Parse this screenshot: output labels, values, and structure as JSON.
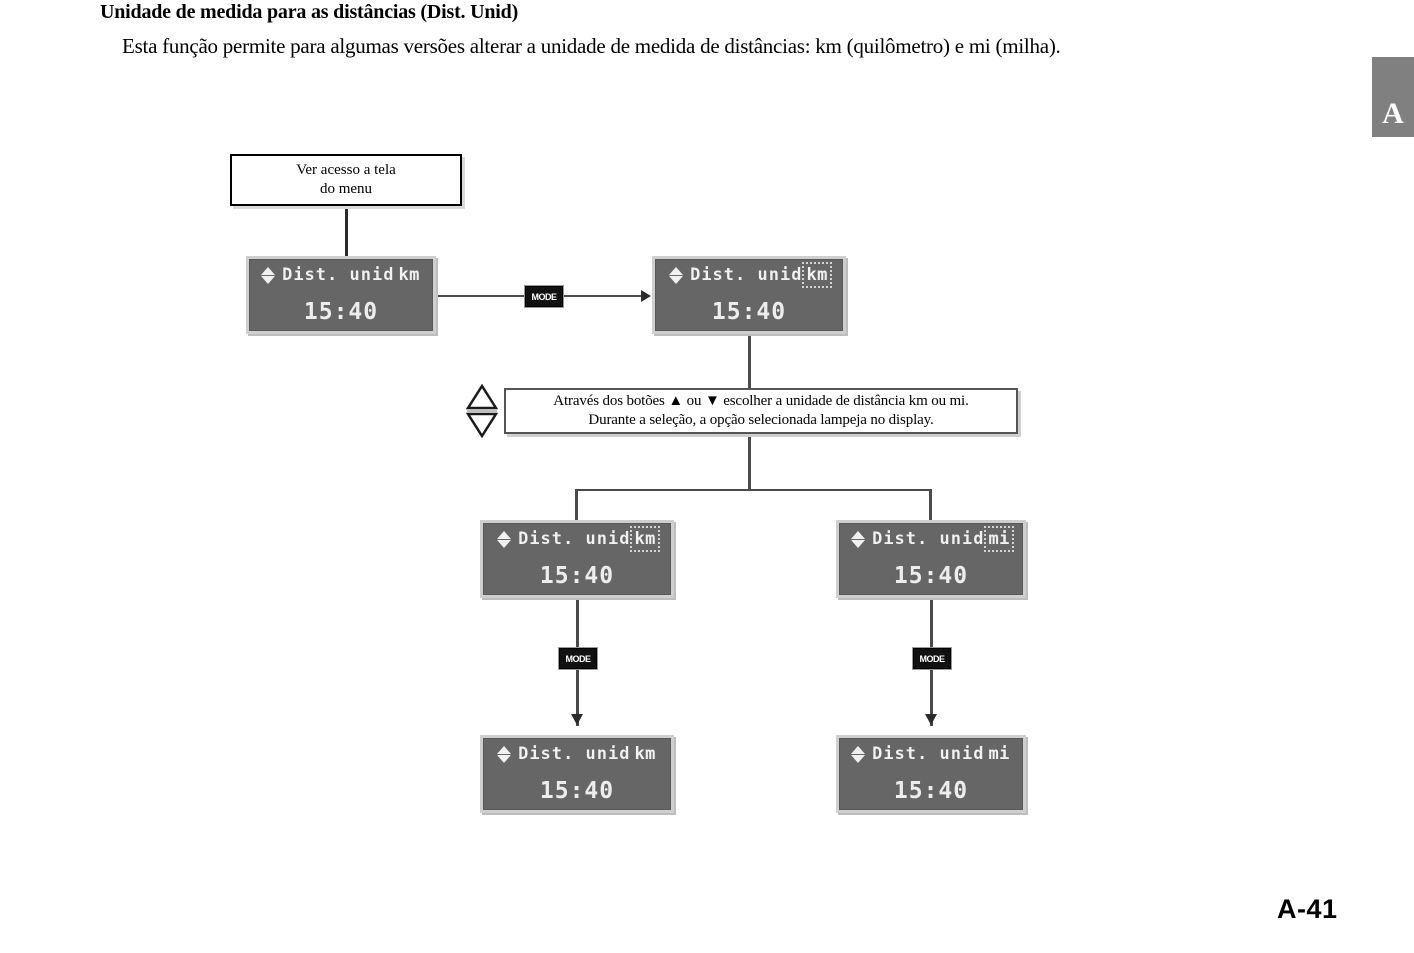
{
  "page": {
    "title": "Unidade de medida para as distâncias (Dist. Unid)",
    "intro": "Esta função permite para algumas versões alterar a unidade de medida de distâncias: km (quilômetro) e mi (milha).",
    "chapter_tab": "A",
    "page_number": "A-41"
  },
  "diagram": {
    "notes": {
      "menu_access": {
        "line1": "Ver acesso a tela",
        "line2": "do menu"
      },
      "instruction": {
        "line1": "Através dos botões ▲ ou ▼ escolher a unidade de distância km ou mi.",
        "line2": "Durante a seleção, a opção selecionada lampeja no display."
      }
    },
    "buttons": {
      "mode_label": "MODE",
      "up_label": "▲",
      "down_label": "▼"
    },
    "displays": [
      {
        "id": "display-initial",
        "label": "Dist. unid",
        "unit": "km",
        "time": "15:40",
        "flashing": false
      },
      {
        "id": "display-edit-mode",
        "label": "Dist. unid",
        "unit": "km",
        "time": "15:40",
        "flashing": true
      },
      {
        "id": "display-select-km",
        "label": "Dist. unid",
        "unit": "km",
        "time": "15:40",
        "flashing": true
      },
      {
        "id": "display-select-mi",
        "label": "Dist. unid",
        "unit": "mi",
        "time": "15:40",
        "flashing": true
      },
      {
        "id": "display-confirmed-km",
        "label": "Dist. unid",
        "unit": "km",
        "time": "15:40",
        "flashing": false
      },
      {
        "id": "display-confirmed-mi",
        "label": "Dist. unid",
        "unit": "mi",
        "time": "15:40",
        "flashing": false
      }
    ]
  },
  "colors": {
    "lcd_background": "#666666",
    "lcd_bezel": "#cfcfcf",
    "lcd_text": "#eeeeee",
    "tab_background": "#808080",
    "connector": "#4a4a4a",
    "mode_badge": "#111111"
  }
}
